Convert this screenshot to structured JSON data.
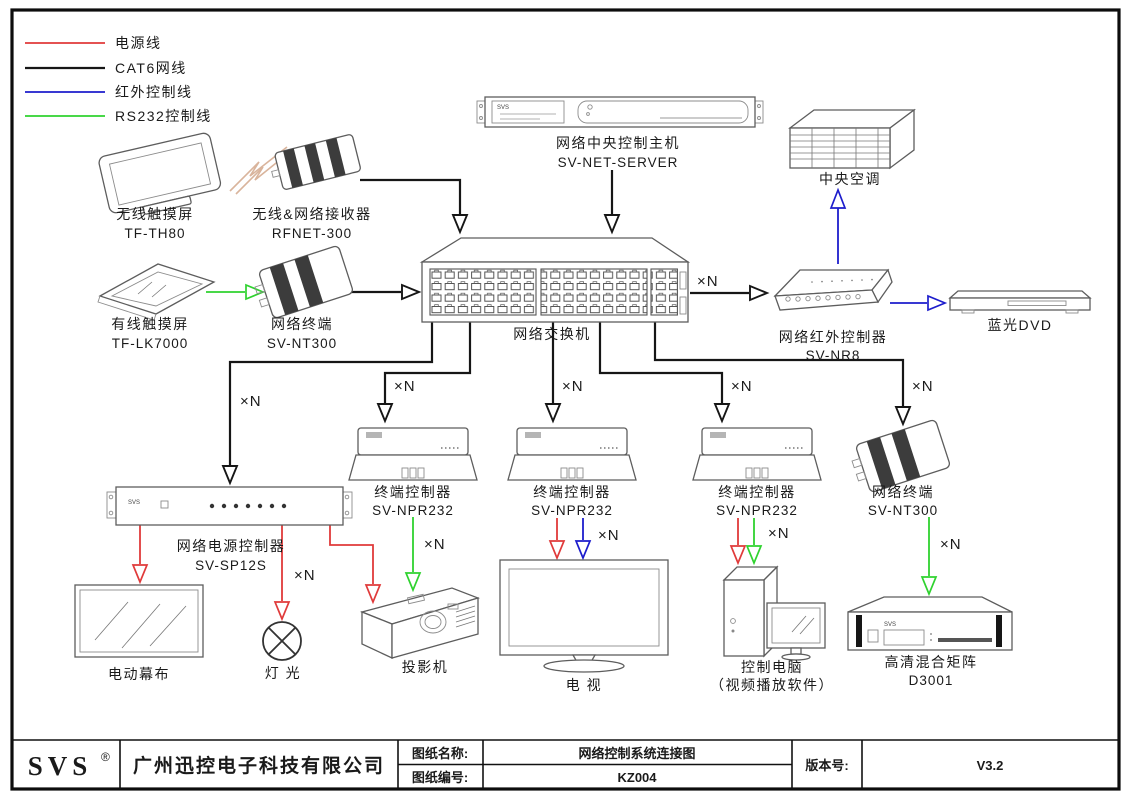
{
  "legend": {
    "items": [
      {
        "label": "电源线",
        "color": "#e03a3a"
      },
      {
        "label": "CAT6网线",
        "color": "#161616"
      },
      {
        "label": "红外控制线",
        "color": "#1d1dcc"
      },
      {
        "label": "RS232控制线",
        "color": "#2fd22f"
      }
    ]
  },
  "brand": {
    "small": "SVS"
  },
  "labels": {
    "multiplier": "×N"
  },
  "devices": {
    "wireless_touchscreen": {
      "name": "无线触摸屏",
      "model": "TF-TH80"
    },
    "wireless_receiver": {
      "name": "无线&网络接收器",
      "model": "RFNET-300"
    },
    "central_host": {
      "name": "网络中央控制主机",
      "model": "SV-NET-SERVER"
    },
    "central_ac": {
      "name": "中央空调"
    },
    "wired_touchscreen": {
      "name": "有线触摸屏",
      "model": "TF-LK7000"
    },
    "network_terminal_left": {
      "name": "网络终端",
      "model": "SV-NT300"
    },
    "network_switch": {
      "name": "网络交换机"
    },
    "ir_controller": {
      "name": "网络红外控制器",
      "model": "SV-NR8"
    },
    "bluray_dvd": {
      "name": "蓝光DVD"
    },
    "power_controller": {
      "name": "网络电源控制器",
      "model": "SV-SP12S"
    },
    "terminal_controller_1": {
      "name": "终端控制器",
      "model": "SV-NPR232"
    },
    "terminal_controller_2": {
      "name": "终端控制器",
      "model": "SV-NPR232"
    },
    "terminal_controller_3": {
      "name": "终端控制器",
      "model": "SV-NPR232"
    },
    "network_terminal_right": {
      "name": "网络终端",
      "model": "SV-NT300"
    },
    "motor_screen": {
      "name": "电动幕布"
    },
    "light": {
      "name": "灯 光"
    },
    "projector": {
      "name": "投影机"
    },
    "tv": {
      "name": "电 视"
    },
    "control_pc": {
      "name": "控制电脑",
      "note": "（视频播放软件）"
    },
    "hd_matrix": {
      "name": "高清混合矩阵",
      "model": "D3001"
    }
  },
  "title_block": {
    "logo": "SVS",
    "logo_reg": "®",
    "company": "广州迅控电子科技有限公司",
    "drawing_name_label": "图纸名称:",
    "drawing_name": "网络控制系统连接图",
    "drawing_no_label": "图纸编号:",
    "drawing_no": "KZ004",
    "version_label": "版本号:",
    "version": "V3.2"
  }
}
